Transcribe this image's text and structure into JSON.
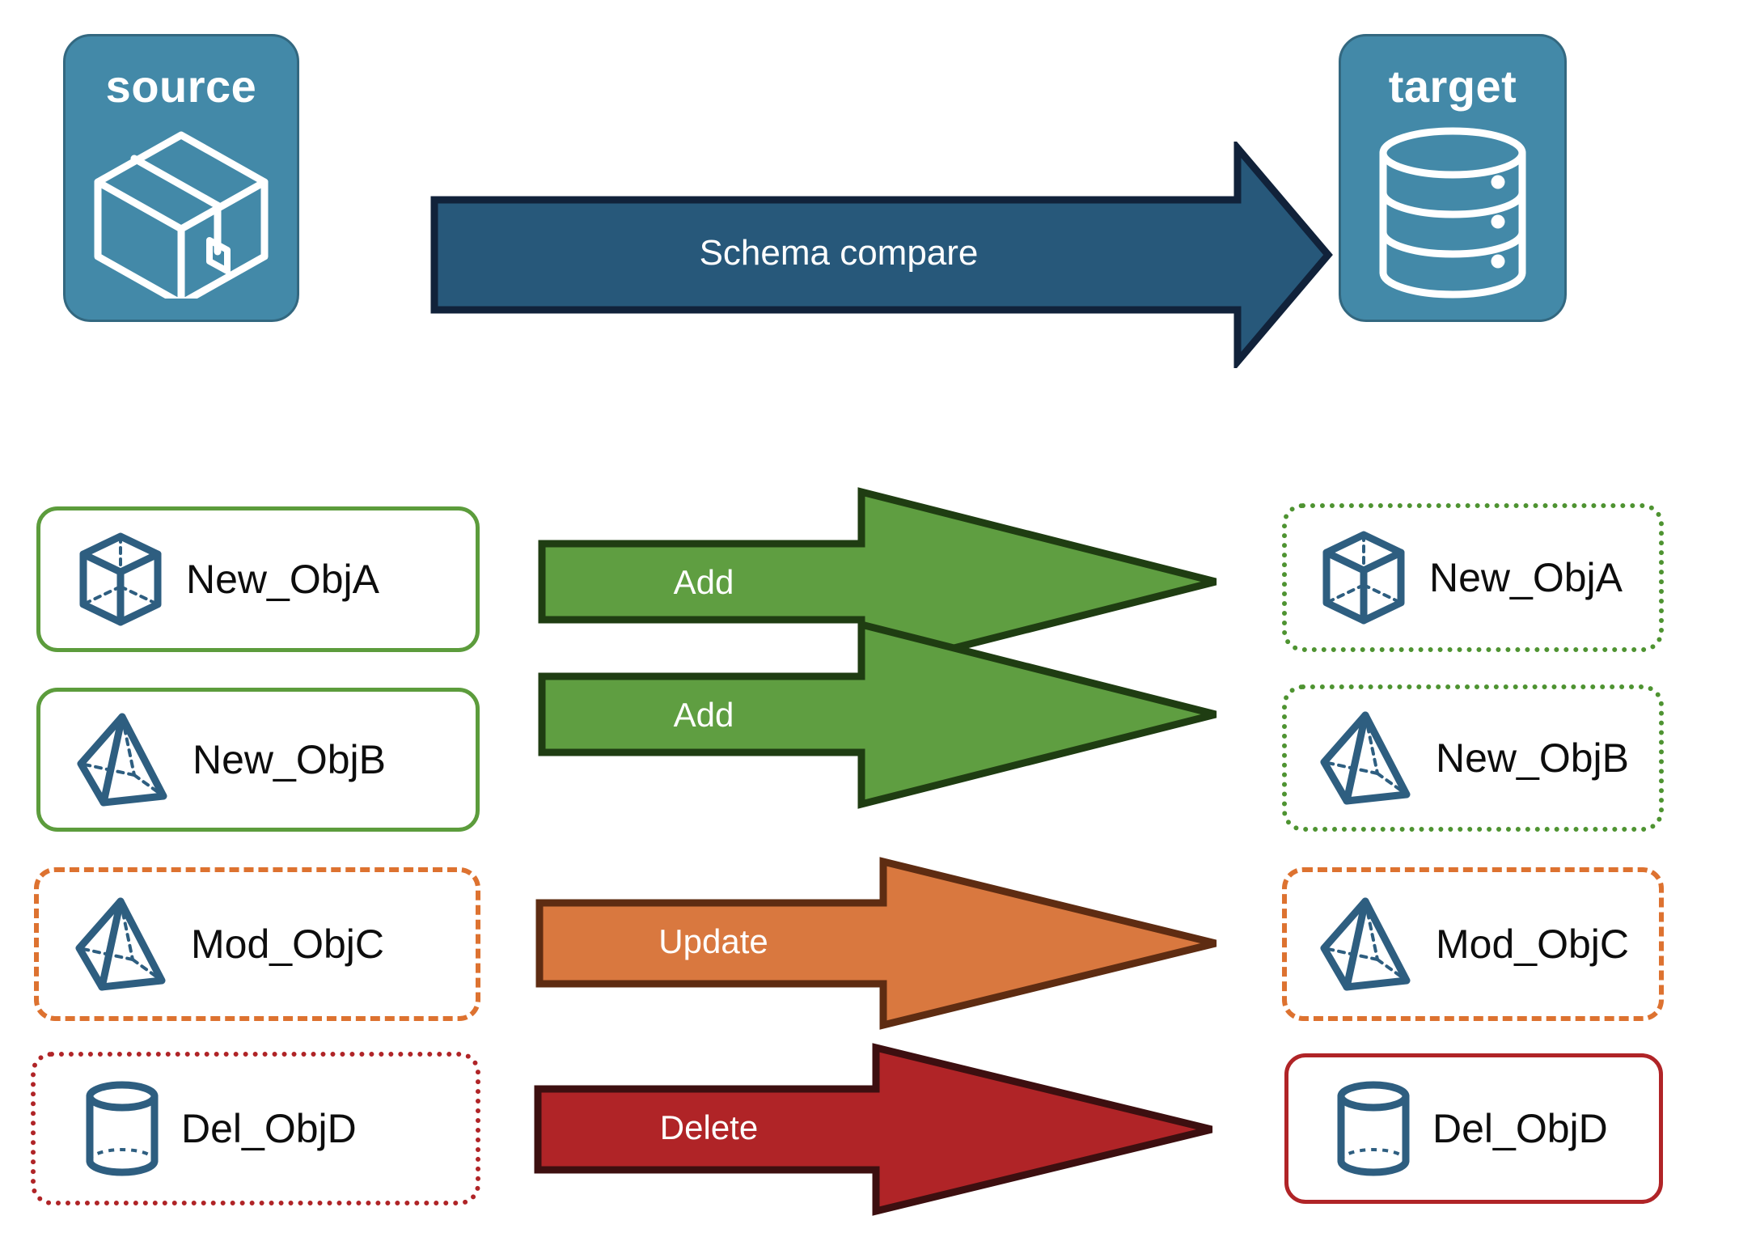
{
  "diagram": {
    "title_source": "source",
    "title_target": "target",
    "compare_arrow_label": "Schema compare",
    "colors": {
      "endpoint_fill": "#4389a8",
      "endpoint_stroke": "#336880",
      "compare_arrow_fill": "#27587a",
      "compare_arrow_stroke": "#11223a",
      "add_fill": "#5f9e41",
      "add_stroke": "#1f3d12",
      "update_fill": "#d9783f",
      "update_stroke": "#5e2c12",
      "delete_fill": "#b02427",
      "delete_stroke": "#3d0f10",
      "object_icon": "#2e5e80",
      "green_border": "#5c9c3c",
      "orange_border": "#dd7230",
      "red_border": "#b02427"
    },
    "icons": {
      "source": "package-box-icon",
      "target": "database-cylinder-icon"
    },
    "rows": [
      {
        "source_label": "New_ObjA",
        "target_label": "New_ObjA",
        "action_label": "Add",
        "icon": "wireframe-cube-icon",
        "source_border": "solid-green",
        "target_border": "dotted-green",
        "arrow_color": "#5f9e41"
      },
      {
        "source_label": "New_ObjB",
        "target_label": "New_ObjB",
        "action_label": "Add",
        "icon": "wireframe-pyramid-icon",
        "source_border": "solid-green",
        "target_border": "dotted-green",
        "arrow_color": "#5f9e41"
      },
      {
        "source_label": "Mod_ObjC",
        "target_label": "Mod_ObjC",
        "action_label": "Update",
        "icon": "wireframe-pyramid-icon",
        "source_border": "dashed-orange",
        "target_border": "dashed-orange",
        "arrow_color": "#d9783f"
      },
      {
        "source_label": "Del_ObjD",
        "target_label": "Del_ObjD",
        "action_label": "Delete",
        "icon": "wireframe-cylinder-icon",
        "source_border": "dotted-red",
        "target_border": "solid-red",
        "arrow_color": "#b02427"
      }
    ]
  }
}
